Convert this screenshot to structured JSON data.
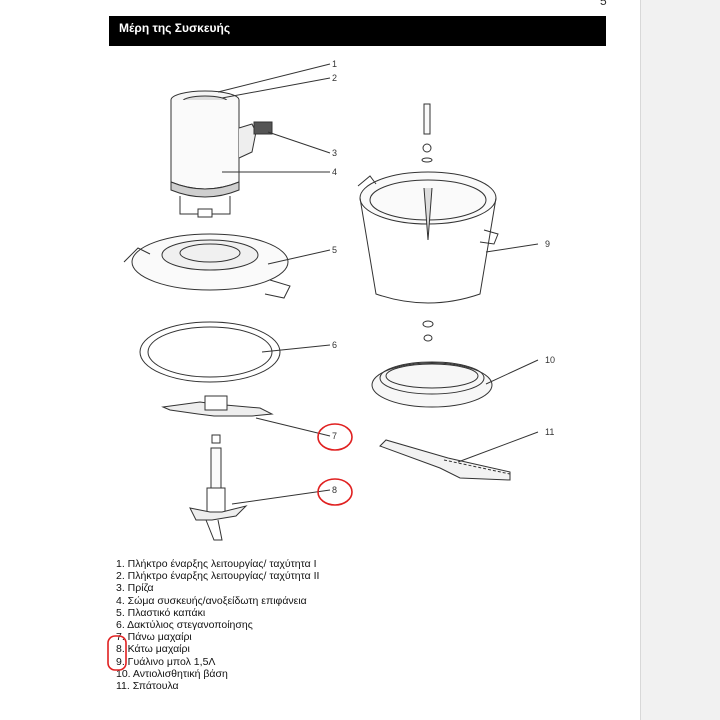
{
  "page_number": "5",
  "header": {
    "title": "Μέρη της Συσκευής"
  },
  "callouts": [
    "1",
    "2",
    "3",
    "4",
    "5",
    "6",
    "7",
    "8",
    "9",
    "10",
    "11"
  ],
  "parts": [
    "1. Πλήκτρο έναρξης λειτουργίας/ ταχύτητα I",
    "2. Πλήκτρο έναρξης λειτουργίας/ ταχύτητα II",
    "3. Πρίζα",
    "4. Σώμα συσκευής/ανοξείδωτη επιφάνεια",
    "5. Πλαστικό καπάκι",
    "6. Δακτύλιος στεγανοποίησης",
    "7. Πάνω μαχαίρι",
    "8. Κάτω μαχαίρι",
    "9. Γυάλινο μπολ 1,5Λ",
    "10. Αντιολισθητική βάση",
    "11. Σπάτουλα"
  ],
  "colors": {
    "header_bg": "#000000",
    "highlight": "#e02020"
  }
}
